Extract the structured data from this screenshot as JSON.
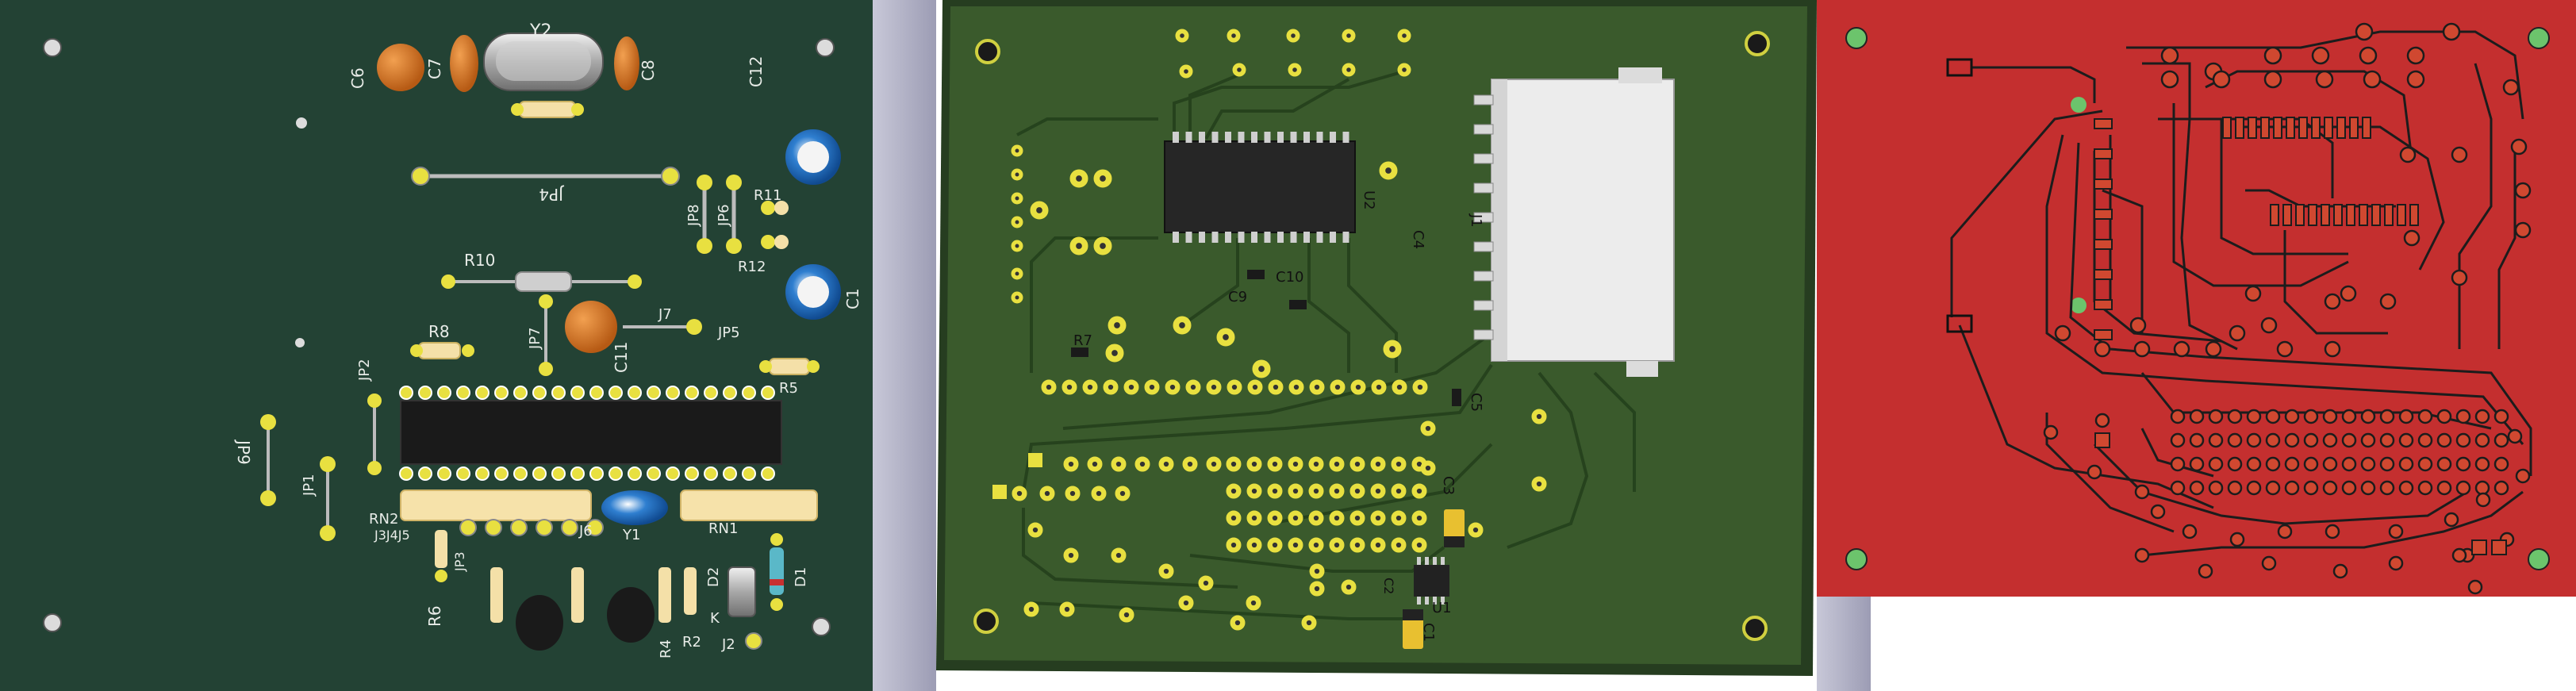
{
  "colors": {
    "board_front": "#234234",
    "board_back": "#3a5a2c",
    "board_copper": "#c42f2f",
    "page_bg": "#ffffff",
    "pad": "#e8e040",
    "hole": "#222222",
    "silkscreen": "#e8ece8"
  },
  "board_front": {
    "labels": {
      "y2": "Y2",
      "c6": "C6",
      "c7": "C7",
      "c8": "C8",
      "c12": "C12",
      "jp4": "JP4",
      "jp8": "JP8",
      "jp6": "JP6",
      "r11": "R11",
      "r12": "R12",
      "r10": "R10",
      "j7": "J7",
      "jp5": "JP5",
      "r8": "R8",
      "jp7": "JP7",
      "c11": "C11",
      "c13": "C1",
      "r5": "R5",
      "jp2": "JP2",
      "jp9": "JP9",
      "jp1": "JP1",
      "rn2": "RN2",
      "j3j4j5": "J3J4J5",
      "j6": "J6",
      "y1": "Y1",
      "rn1": "RN1",
      "jp3": "JP3",
      "r6": "R6",
      "r4": "R4",
      "r2": "R2",
      "d2": "D2",
      "k": "K",
      "d1": "D1",
      "j2": "J2"
    }
  },
  "board_back": {
    "labels": {
      "u2": "U2",
      "j1": "J1",
      "c4": "C4",
      "c9": "C9",
      "c10": "C10",
      "r7": "R7",
      "c5": "C5",
      "c3": "C3",
      "c2": "C2",
      "u1": "U1",
      "c1": "C1"
    }
  }
}
